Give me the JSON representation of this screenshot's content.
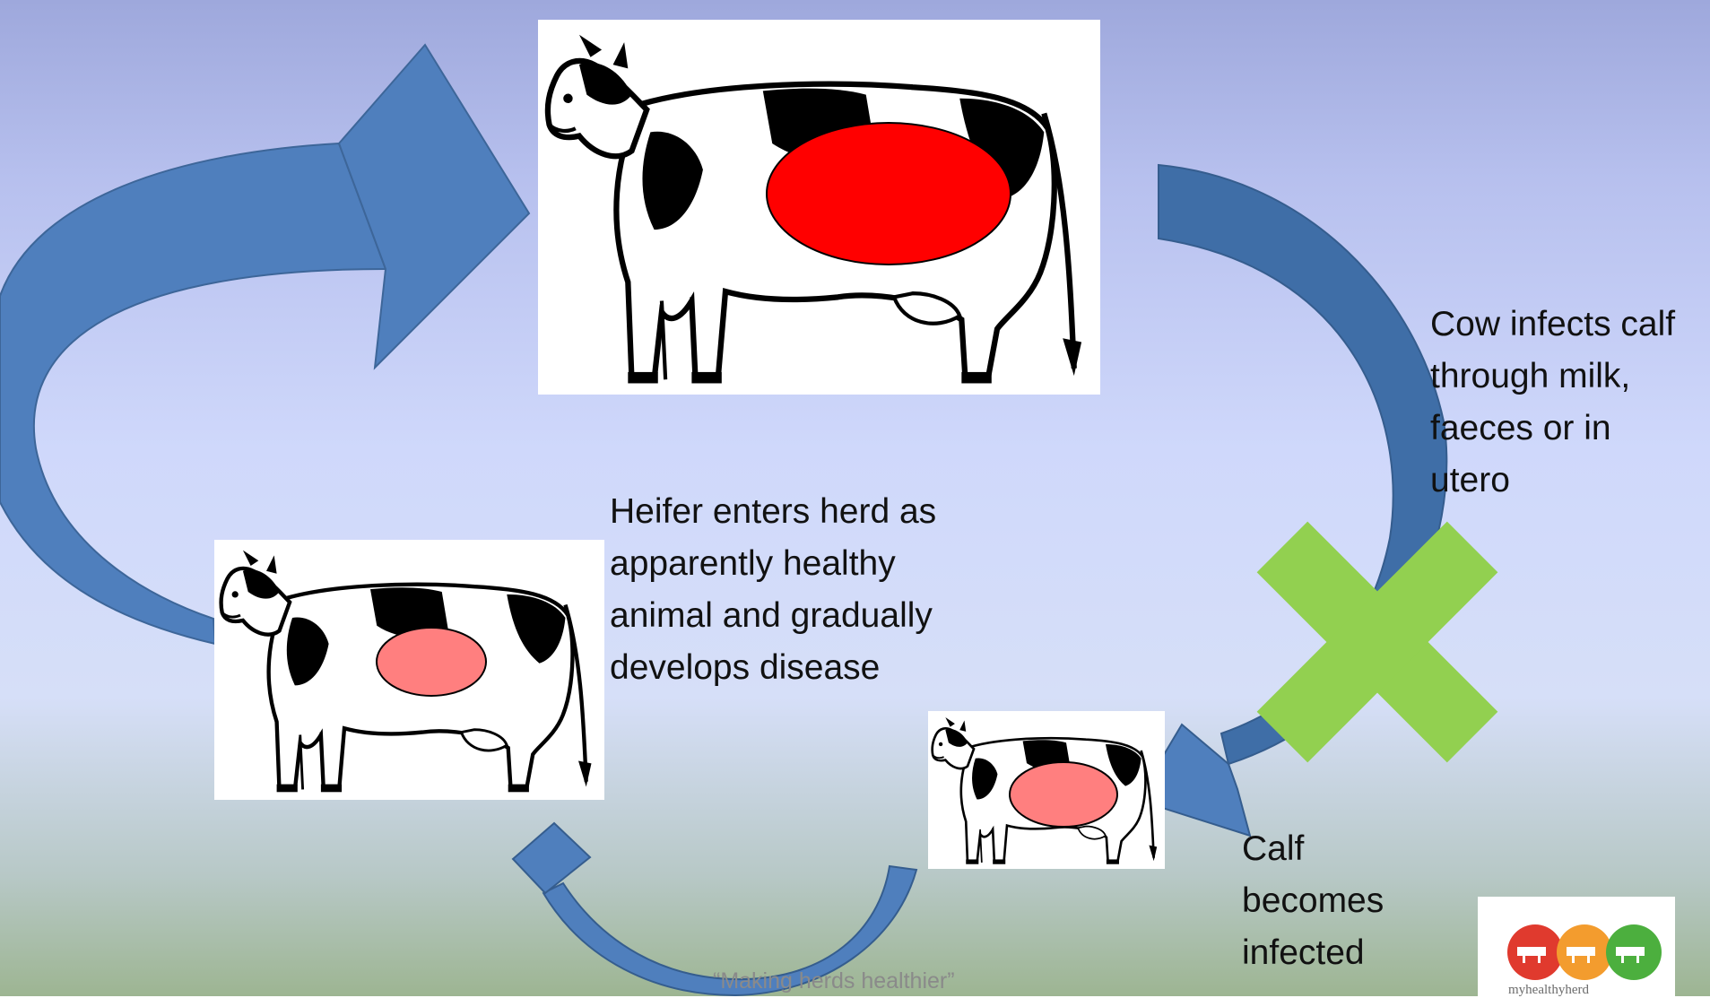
{
  "labels": {
    "cow_infects": [
      "Cow infects calf",
      "through milk,",
      "faeces or in",
      "utero"
    ],
    "heifer": [
      "Heifer enters herd as",
      "apparently healthy",
      "animal and gradually",
      "develops disease"
    ],
    "calf": [
      "Calf",
      "becomes",
      "infected"
    ]
  },
  "footer": "“Making herds healthier”",
  "logo": {
    "text": "myhealthyherd"
  },
  "colors": {
    "arrow": "#4f7fbd",
    "arrow_dark": "#3d6699",
    "infection_adult": "#ff0000",
    "infection_young": "#ff7f7f",
    "cross": "#92d050"
  }
}
